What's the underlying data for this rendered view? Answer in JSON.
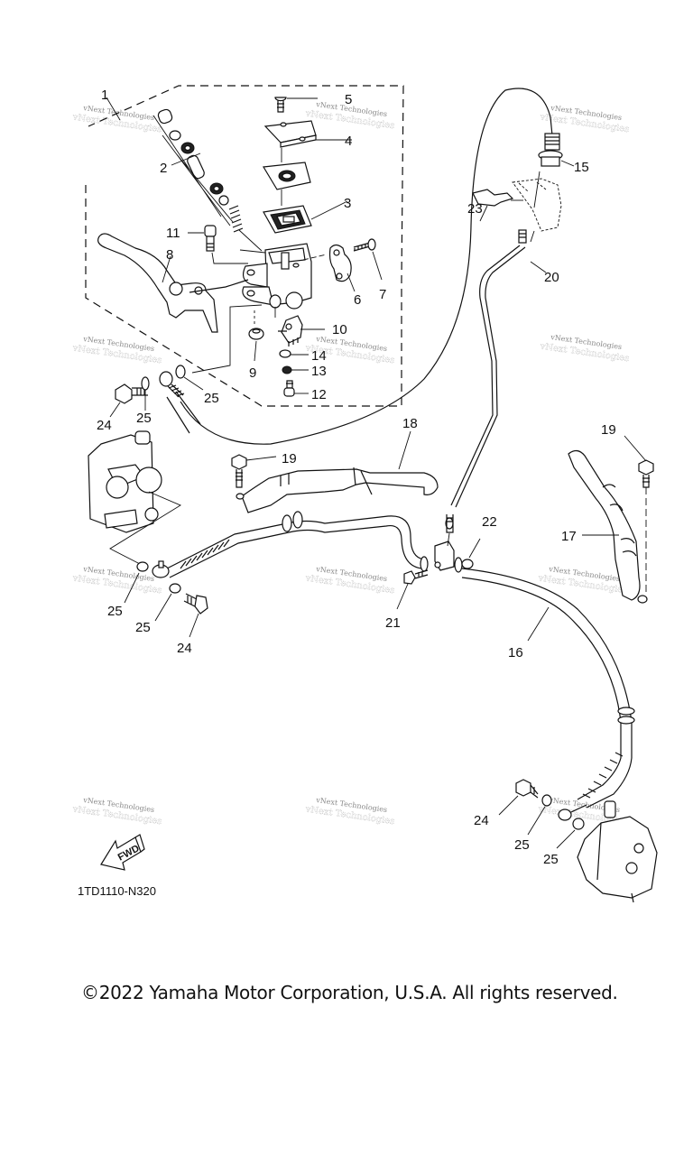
{
  "diagram": {
    "reference_code": "1TD1110-N320",
    "direction_label": "FWD",
    "watermark_text": "vNext Technologies",
    "callouts": [
      {
        "id": "1",
        "label": "1"
      },
      {
        "id": "2",
        "label": "2"
      },
      {
        "id": "3",
        "label": "3"
      },
      {
        "id": "4",
        "label": "4"
      },
      {
        "id": "5",
        "label": "5"
      },
      {
        "id": "6",
        "label": "6"
      },
      {
        "id": "7",
        "label": "7"
      },
      {
        "id": "8",
        "label": "8"
      },
      {
        "id": "9",
        "label": "9"
      },
      {
        "id": "10",
        "label": "10"
      },
      {
        "id": "11",
        "label": "11"
      },
      {
        "id": "12",
        "label": "12"
      },
      {
        "id": "13",
        "label": "13"
      },
      {
        "id": "14",
        "label": "14"
      },
      {
        "id": "15",
        "label": "15"
      },
      {
        "id": "16",
        "label": "16"
      },
      {
        "id": "17",
        "label": "17"
      },
      {
        "id": "18",
        "label": "18"
      },
      {
        "id": "19a",
        "label": "19"
      },
      {
        "id": "19b",
        "label": "19"
      },
      {
        "id": "20",
        "label": "20"
      },
      {
        "id": "21",
        "label": "21"
      },
      {
        "id": "22",
        "label": "22"
      },
      {
        "id": "23",
        "label": "23"
      },
      {
        "id": "24a",
        "label": "24"
      },
      {
        "id": "24b",
        "label": "24"
      },
      {
        "id": "24c",
        "label": "24"
      },
      {
        "id": "25a",
        "label": "25"
      },
      {
        "id": "25b",
        "label": "25"
      },
      {
        "id": "25c",
        "label": "25"
      },
      {
        "id": "25d",
        "label": "25"
      },
      {
        "id": "25e",
        "label": "25"
      },
      {
        "id": "25f",
        "label": "25"
      }
    ]
  },
  "footer": {
    "copyright": "©2022 Yamaha Motor Corporation, U.S.A. All rights reserved."
  }
}
